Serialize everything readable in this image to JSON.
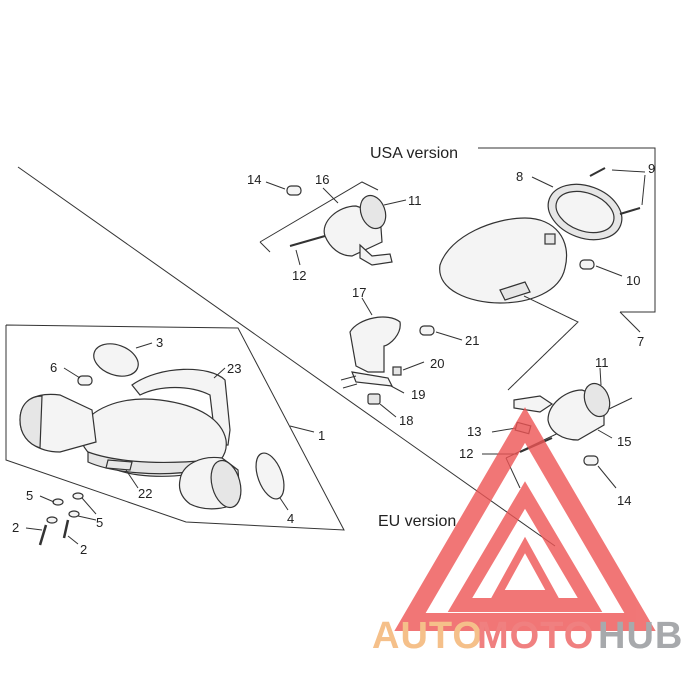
{
  "captions": {
    "usa": "USA version",
    "eu": "EU version"
  },
  "callouts": [
    {
      "id": "c1",
      "text": "1"
    },
    {
      "id": "c2a",
      "text": "2"
    },
    {
      "id": "c2b",
      "text": "2"
    },
    {
      "id": "c3",
      "text": "3"
    },
    {
      "id": "c4",
      "text": "4"
    },
    {
      "id": "c5a",
      "text": "5"
    },
    {
      "id": "c5b",
      "text": "5"
    },
    {
      "id": "c6",
      "text": "6"
    },
    {
      "id": "c7",
      "text": "7"
    },
    {
      "id": "c8",
      "text": "8"
    },
    {
      "id": "c9",
      "text": "9"
    },
    {
      "id": "c10",
      "text": "10"
    },
    {
      "id": "c11a",
      "text": "11"
    },
    {
      "id": "c11b",
      "text": "11"
    },
    {
      "id": "c12a",
      "text": "12"
    },
    {
      "id": "c12b",
      "text": "12"
    },
    {
      "id": "c13",
      "text": "13"
    },
    {
      "id": "c14a",
      "text": "14"
    },
    {
      "id": "c14b",
      "text": "14"
    },
    {
      "id": "c15",
      "text": "15"
    },
    {
      "id": "c16",
      "text": "16"
    },
    {
      "id": "c17",
      "text": "17"
    },
    {
      "id": "c18",
      "text": "18"
    },
    {
      "id": "c19",
      "text": "19"
    },
    {
      "id": "c20",
      "text": "20"
    },
    {
      "id": "c21",
      "text": "21"
    },
    {
      "id": "c22",
      "text": "22"
    },
    {
      "id": "c23",
      "text": "23"
    }
  ],
  "watermark": {
    "part1": "AUTO",
    "part2": "MOTO",
    "part3": "HUB",
    "color1": "#f5c08a",
    "color2": "#f08080",
    "color3": "#a7a9ac",
    "logo_color": "#ee5555"
  }
}
